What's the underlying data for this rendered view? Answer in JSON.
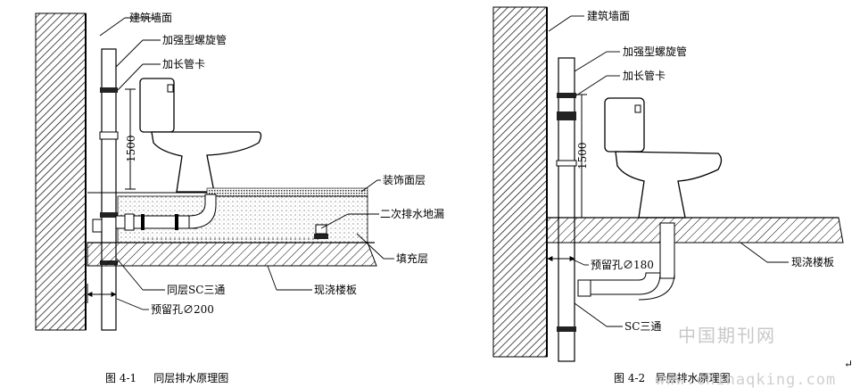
{
  "figure1": {
    "labels": {
      "wall": "建筑墙面",
      "spiral_pipe": "加强型螺旋管",
      "pipe_clamp": "加长管卡",
      "height": "1500",
      "decor_layer": "装饰面层",
      "secondary_drain": "二次排水地漏",
      "fill_layer": "填充层",
      "sc_tee": "同层SC三通",
      "slab": "现浇楼板",
      "reserved_hole": "预留孔∅200"
    },
    "caption": "图 4-1     同层排水原理图"
  },
  "figure2": {
    "labels": {
      "wall": "建筑墙面",
      "spiral_pipe": "加强型螺旋管",
      "pipe_clamp": "加长管卡",
      "height": "1500",
      "slab": "现浇楼板",
      "reserved_hole": "预留孔∅180",
      "sc_tee": "SC三通"
    },
    "caption": "图 4-2   异层排水原理图"
  },
  "watermark": {
    "cn": "中国期刊网",
    "url": "www.chinaqking.com"
  },
  "return_mark": "↵"
}
